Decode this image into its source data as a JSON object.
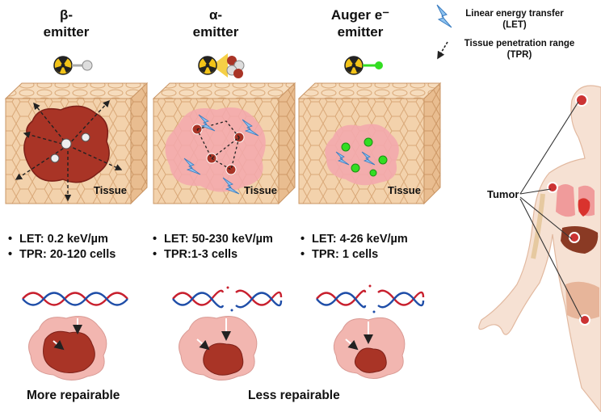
{
  "emitters": [
    {
      "title_line1": "β-",
      "title_line2": "emitter",
      "tissue_label": "Tissue",
      "let": "LET: 0.2 keV/µm",
      "tpr": "TPR: 20-120 cells"
    },
    {
      "title_line1": "α-",
      "title_line2": "emitter",
      "tissue_label": "Tissue",
      "let": "LET: 50-230 keV/µm",
      "tpr": "TPR:1-3 cells"
    },
    {
      "title_line1": "Auger e⁻",
      "title_line2": "emitter",
      "tissue_label": "Tissue",
      "let": "LET: 4-26 keV/µm",
      "tpr": "TPR: 1 cells"
    }
  ],
  "legend": {
    "let_line1": "Linear energy transfer",
    "let_line2": "(LET)",
    "tpr_line1": "Tissue penetration range",
    "tpr_line2": "(TPR)"
  },
  "body_label": "Tumor",
  "footer": {
    "more": "More repairable",
    "less": "Less repairable"
  },
  "colors": {
    "tissue": "#f3d2ac",
    "tissue_line": "#d9a878",
    "tumor": "#a93426",
    "tumor_halo": "#f3a8ad",
    "dna_red": "#c8202e",
    "dna_blue": "#1f4ea8",
    "alpha_cone": "#f2c318",
    "auger": "#33dd22",
    "bolt": "#8ec3f0"
  }
}
